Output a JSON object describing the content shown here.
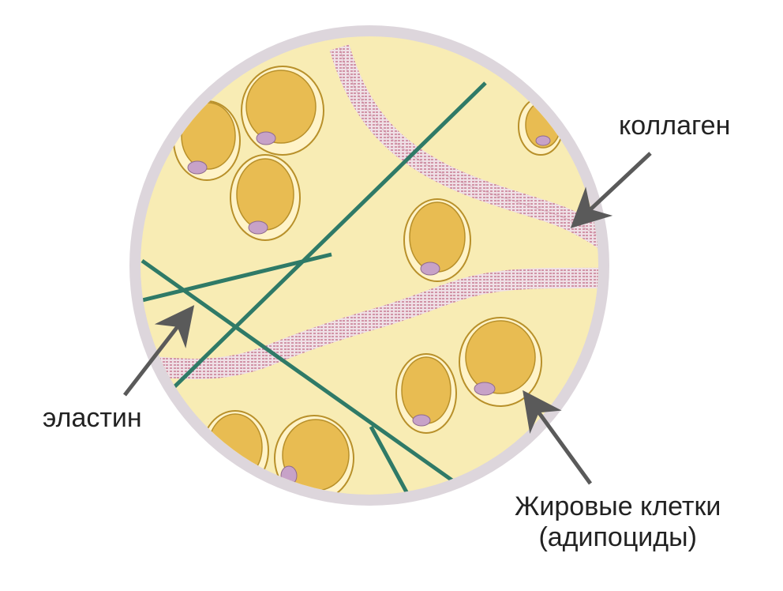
{
  "labels": {
    "collagen": "коллаген",
    "elastin": "эластин",
    "fat_cells_line1": "Жировые клетки",
    "fat_cells_line2": "(адипоциды)"
  },
  "colors": {
    "background_matrix": "#f8ecb4",
    "circle_rim": "#ddd6dc",
    "cell_fill": "#e8bc52",
    "cell_outline": "#b8902a",
    "cell_ring": "#fff3c8",
    "nucleus": "#c7a2c8",
    "elastin_fiber": "#2f7a67",
    "collagen_fiber": "#c98aa0",
    "arrow": "#5a5a5a"
  }
}
